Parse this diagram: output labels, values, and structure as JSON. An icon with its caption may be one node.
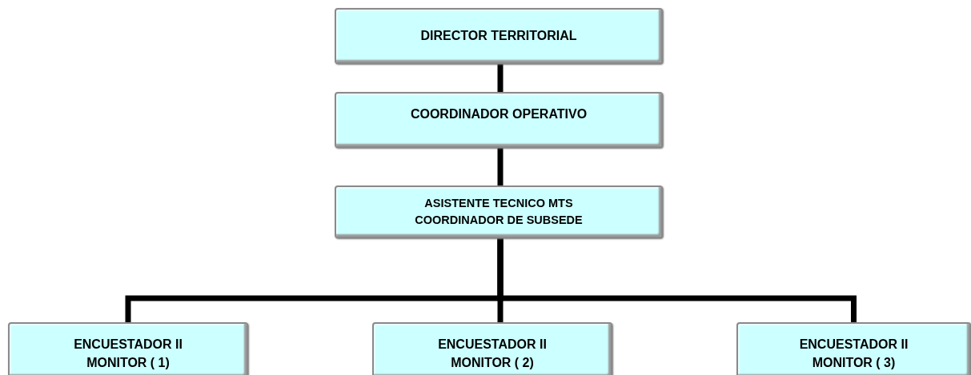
{
  "diagram": {
    "nodes": [
      {
        "text": [
          "DIRECTOR TERRITORIAL"
        ]
      },
      {
        "text": [
          "COORDINADOR OPERATIVO"
        ]
      },
      {
        "text": [
          "ASISTENTE TECNICO  MTS COORDINADOR DE SUBSEDE"
        ]
      },
      {
        "text": [
          "ENCUESTADOR II MONITOR ( 1)"
        ]
      },
      {
        "text": [
          "ENCUESTADOR II MONITOR ( 2)"
        ]
      },
      {
        "text": [
          "ENCUESTADOR II MONITOR ( 3)"
        ]
      }
    ],
    "edges": [
      {
        "from": 0,
        "to": 1,
        "arrow": "none"
      },
      {
        "from": 1,
        "to": 2,
        "arrow": "none"
      },
      {
        "from": 2,
        "to": 3,
        "arrow": "none"
      },
      {
        "from": 2,
        "to": 4,
        "arrow": "none"
      },
      {
        "from": 2,
        "to": 5,
        "arrow": "none"
      }
    ]
  }
}
